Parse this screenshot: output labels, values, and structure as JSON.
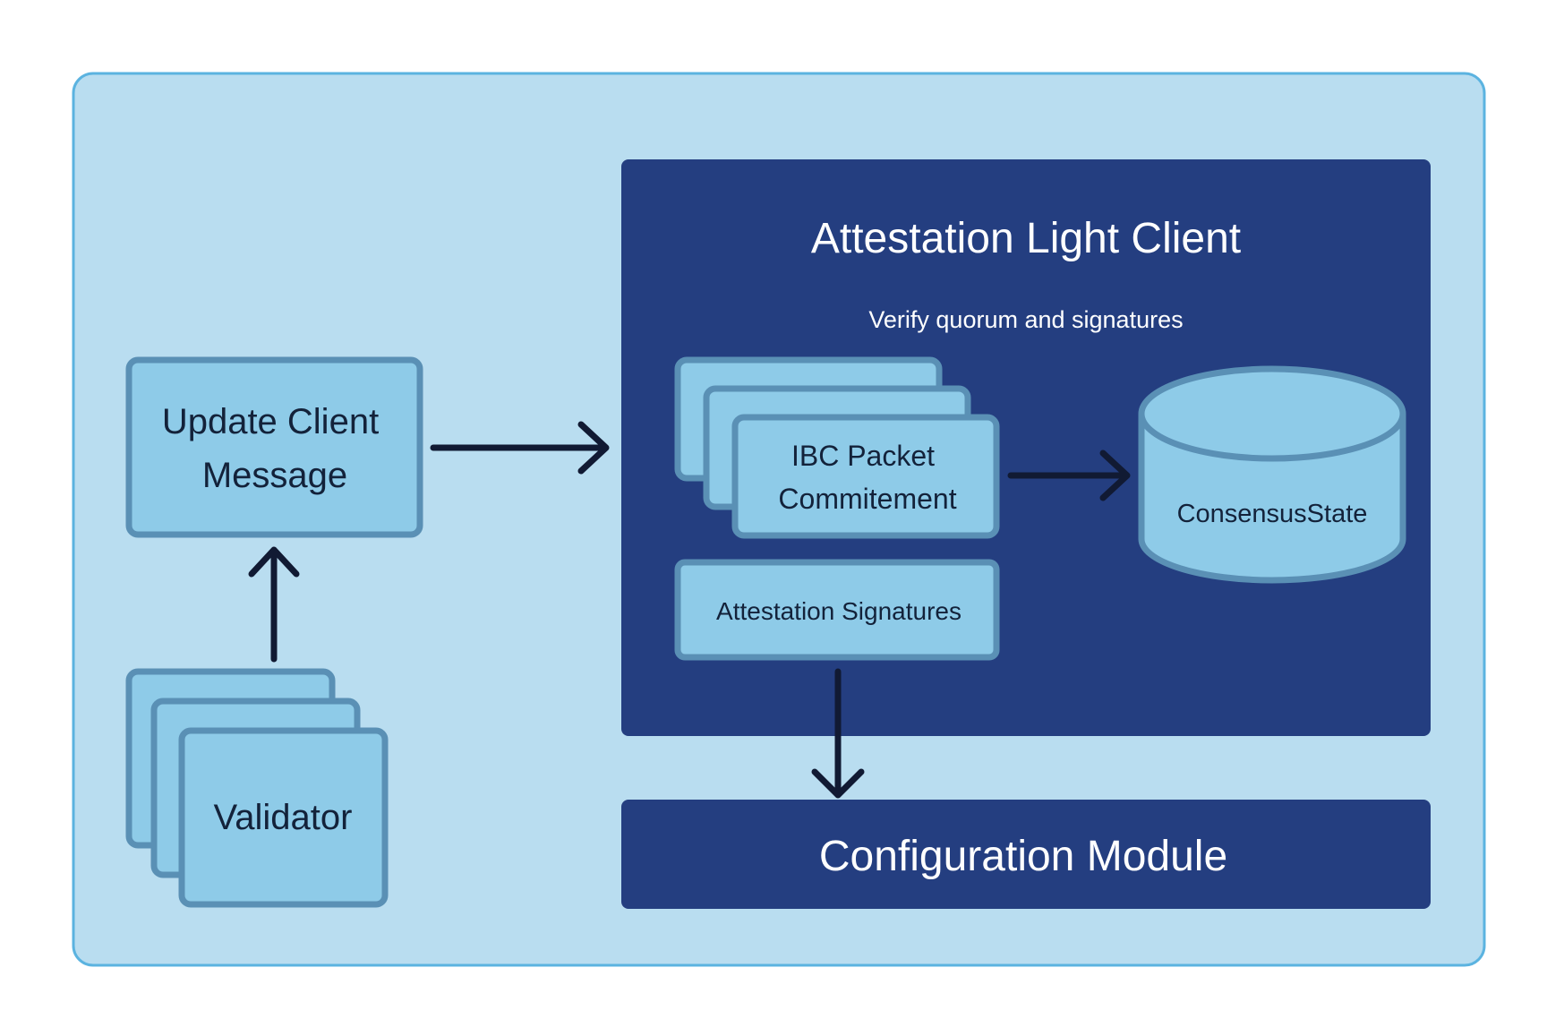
{
  "colors": {
    "background": "#ffffff",
    "outer_fill": "#b9ddf0",
    "outer_stroke": "#5bb3e0",
    "panel_fill": "#243e80",
    "box_fill": "#8ecbe8",
    "box_stroke": "#5a90b5",
    "arrow": "#111a33",
    "dark_text": "#13223a",
    "light_text": "#ffffff"
  },
  "nodes": {
    "update_client_line1": "Update Client",
    "update_client_line2": "Message",
    "validator": "Validator",
    "light_client_title": "Attestation Light Client",
    "light_client_subtitle": "Verify quorum and signatures",
    "ibc_packet_line1": "IBC Packet",
    "ibc_packet_line2": "Commitement",
    "attestation_signatures": "Attestation Signatures",
    "consensus_state": "ConsensusState",
    "configuration_module": "Configuration Module"
  }
}
